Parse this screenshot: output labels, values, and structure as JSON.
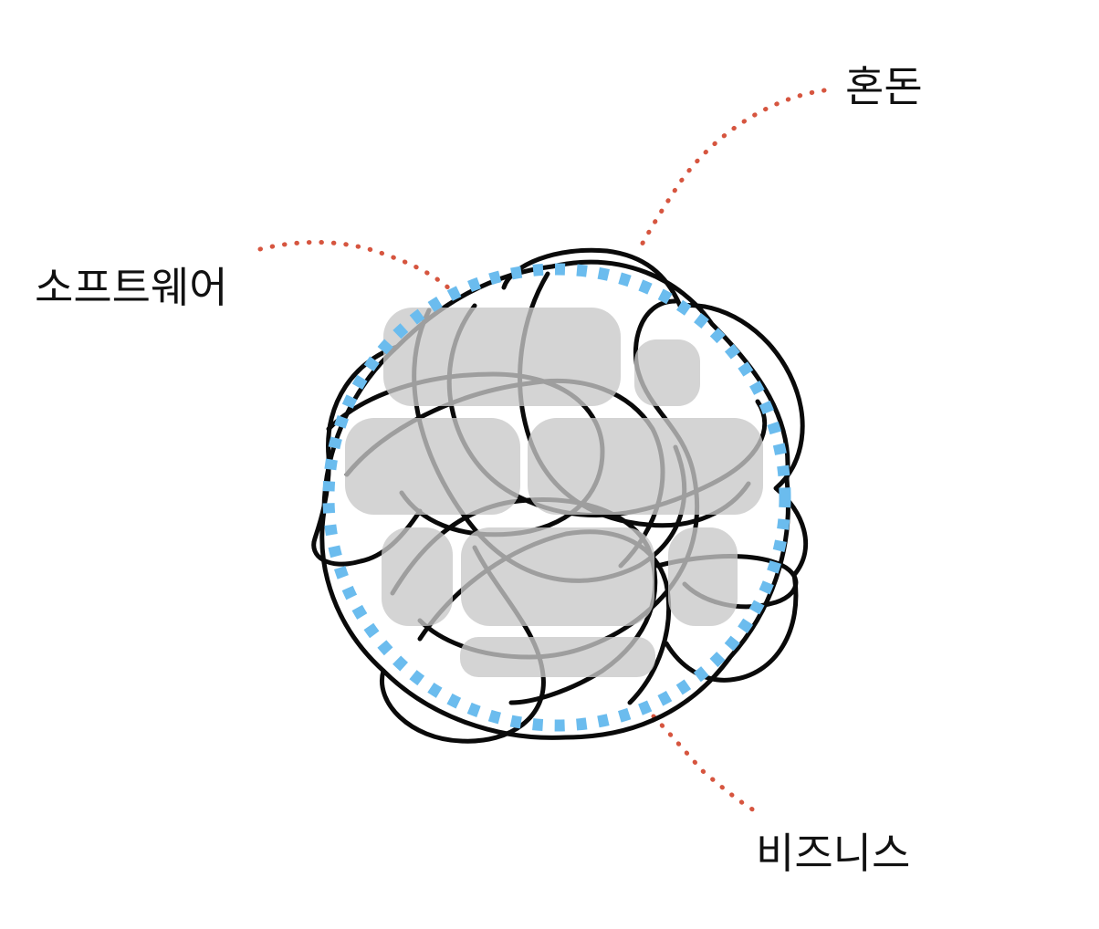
{
  "labels": {
    "chaos": "혼돈",
    "software": "소프트웨어",
    "business": "비즈니스"
  },
  "colors": {
    "tangle_stroke": "#0a0a0a",
    "block_fill": "#c8c8c8",
    "boundary_circle": "#6bbcee",
    "leader_line": "#d6553f",
    "text": "#111111",
    "background": "#ffffff"
  }
}
